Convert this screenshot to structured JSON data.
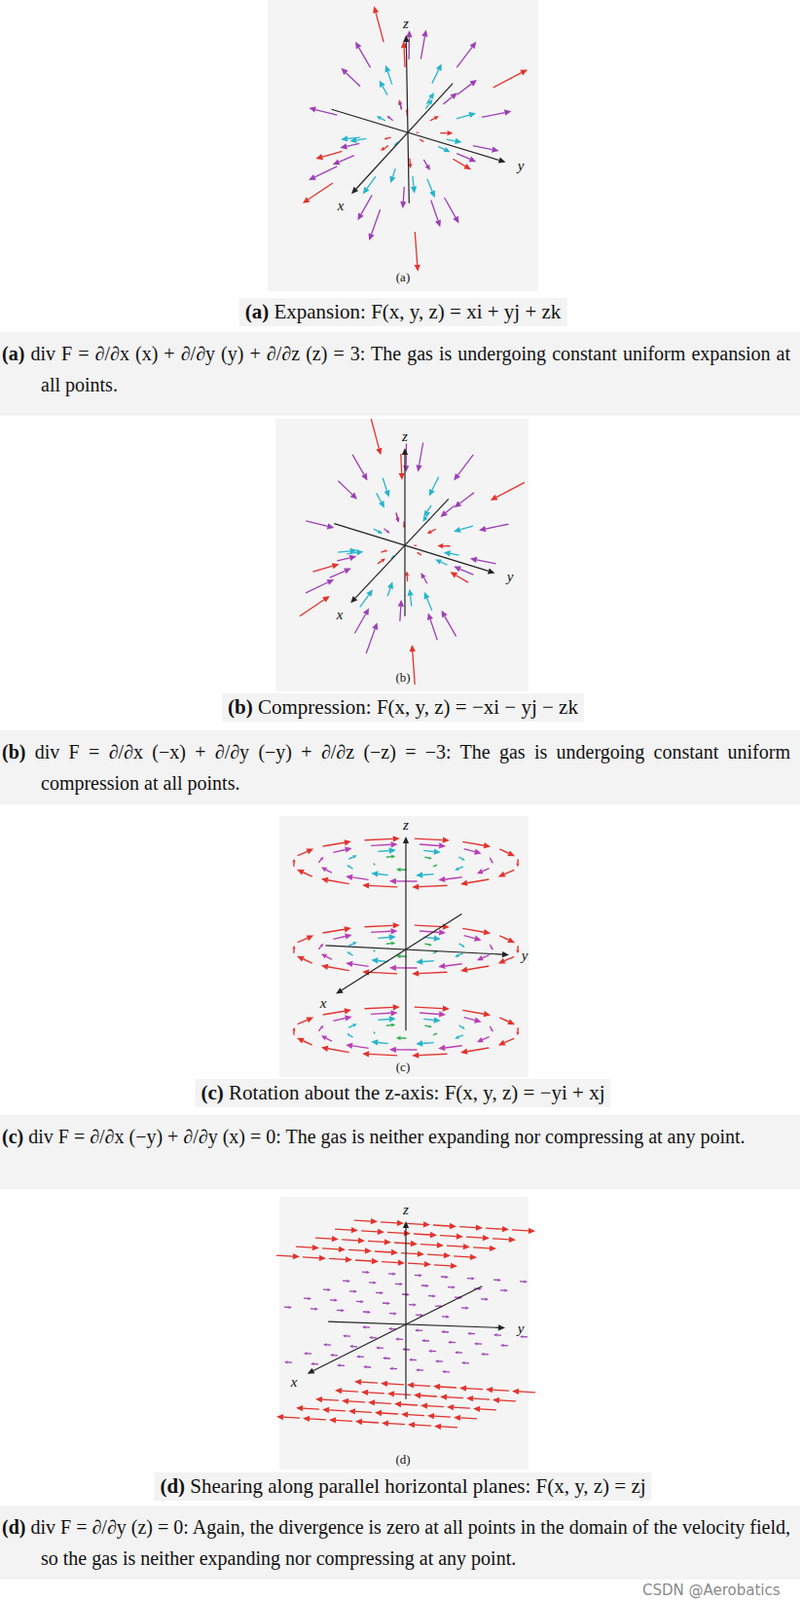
{
  "diagram": {
    "labels": [
      "z",
      "y",
      "x",
      "(a)",
      "(a) Expansion: F(x, y, z) = xi + yj + zk",
      "(a) div F = ∂/∂x (x) + ∂/∂y (y) + ∂/∂z (z) = 3: The gas is undergoing constant uniform expansion at all points.",
      "z",
      "y",
      "x",
      "(b)",
      "(b) Compression: F(x, y, z) = −xi − yj − zk",
      "(b) div F = ∂/∂x (−x) + ∂/∂y (−y) + ∂/∂z (−z) = −3: The gas is undergoing constant uniform compression at all points.",
      "z",
      "y",
      "x",
      "(c)",
      "(c) Rotation about the z-axis: F(x, y, z) = −yi + xj",
      "(c) div F = ∂/∂x (−y) + ∂/∂y (x) = 0: The gas is neither expanding nor compressing at any point.",
      "z",
      "y",
      "x",
      "(d)",
      "(d) Shearing along parallel horizontal planes: F(x, y, z) = zj",
      "(d) div F = ∂/∂y (z) = 0: Again, the divergence is zero at all points in the domain of the velocity field, so the gas is neither expanding nor compressing at any point.",
      "CSDN @Aerobatics"
    ]
  }
}
